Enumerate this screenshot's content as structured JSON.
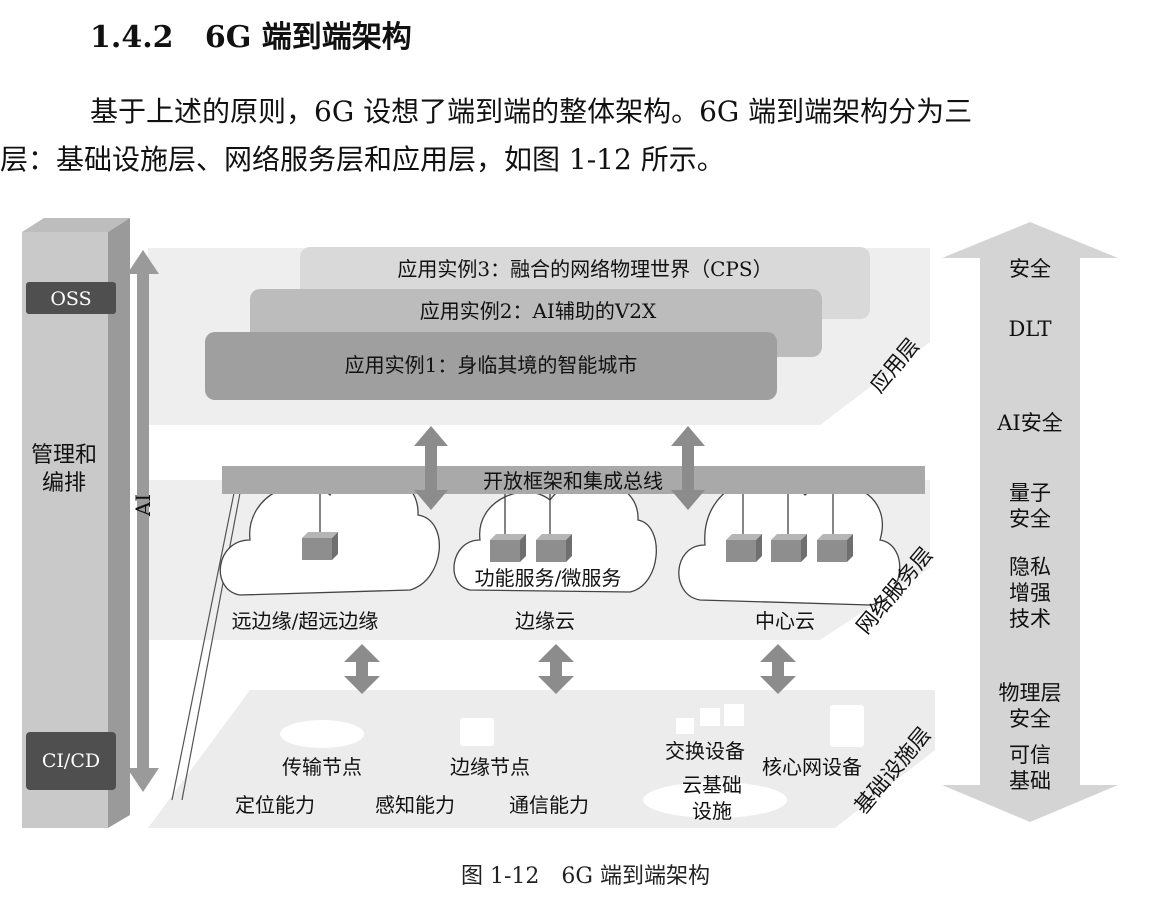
{
  "section": {
    "number": "1.4.2",
    "title": "6G 端到端架构"
  },
  "paragraph": {
    "line1": "基于上述的原则，6G 设想了端到端的整体架构。6G 端到端架构分为三",
    "line2": "层：基础设施层、网络服务层和应用层，如图 1-12 所示。"
  },
  "figure": {
    "left_bar": {
      "oss": "OSS",
      "mgmt_line1": "管理和",
      "mgmt_line2": "编排",
      "cicd": "CI/CD",
      "ai": "AI"
    },
    "app_layer": {
      "label": "应用层",
      "instance3": "应用实例3：融合的网络物理世界（CPS）",
      "instance2": "应用实例2：AI辅助的V2X",
      "instance1": "应用实例1：身临其境的智能城市"
    },
    "bus": "开放框架和集成总线",
    "service_layer": {
      "label": "网络服务层",
      "far_edge": "远边缘/超远边缘",
      "edge_cloud": "边缘云",
      "central_cloud": "中心云",
      "func_service": "功能服务/微服务"
    },
    "infra_layer": {
      "label": "基础设施层",
      "transport_node": "传输节点",
      "edge_node": "边缘节点",
      "switch_device": "交换设备",
      "core_device": "核心网设备",
      "cloud_infra_line1": "云基础",
      "cloud_infra_line2": "设施",
      "positioning": "定位能力",
      "sensing": "感知能力",
      "communication": "通信能力"
    },
    "right_bar": {
      "security": "安全",
      "dlt": "DLT",
      "ai_security": "AI安全",
      "quantum_line1": "量子",
      "quantum_line2": "安全",
      "privacy_line1": "隐私",
      "privacy_line2": "增强",
      "privacy_line3": "技术",
      "phy_line1": "物理层",
      "phy_line2": "安全",
      "trusted_line1": "可信",
      "trusted_line2": "基础"
    }
  },
  "caption": "图 1-12　6G 端到端架构"
}
